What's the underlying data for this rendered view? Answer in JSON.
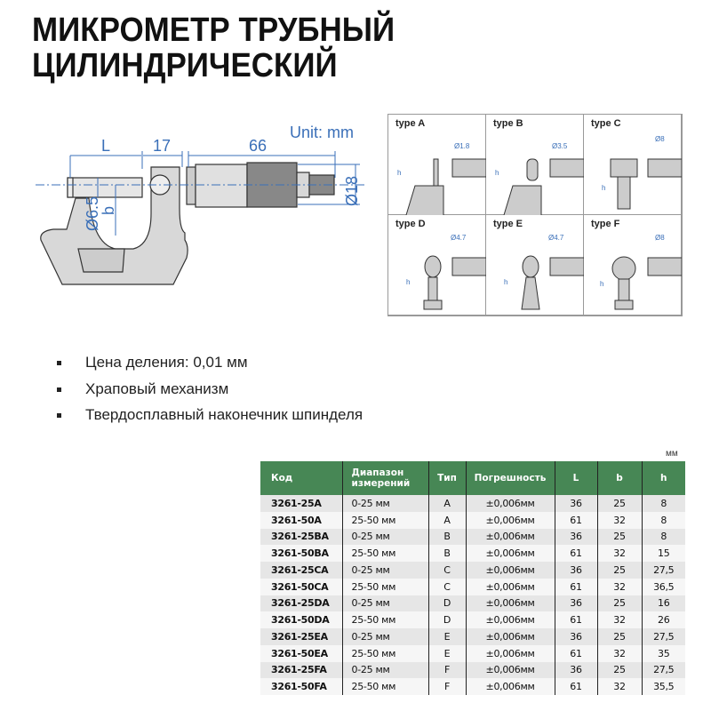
{
  "title": {
    "line1": "МИКРОМЕТР ТРУБНЫЙ",
    "line2": "ЦИЛИНДРИЧЕСКИЙ"
  },
  "drawing": {
    "unit": "Unit: mm",
    "dim_L": "L",
    "dim_17": "17",
    "dim_66": "66",
    "dim_d18": "Ø18",
    "dim_d65": "Ø6.5",
    "dim_b": "b"
  },
  "tips": [
    {
      "label": "type A",
      "dia": "Ø1.8",
      "h": "h"
    },
    {
      "label": "type B",
      "dia": "Ø3.5",
      "h": "h"
    },
    {
      "label": "type C",
      "dia": "Ø8",
      "h": "h"
    },
    {
      "label": "type D",
      "dia": "Ø4.7",
      "h": "h"
    },
    {
      "label": "type E",
      "dia": "Ø4.7",
      "h": "h"
    },
    {
      "label": "type F",
      "dia": "Ø8",
      "h": "h"
    }
  ],
  "features": [
    "Цена деления: 0,01 мм",
    "Храповый механизм",
    "Твердосплавный наконечник шпинделя"
  ],
  "table": {
    "unit": "мм",
    "headers": [
      "Код",
      "Диапазон измерений",
      "Тип",
      "Погрешность",
      "L",
      "b",
      "h"
    ],
    "rows": [
      [
        "3261-25A",
        "0-25 мм",
        "A",
        "±0,006мм",
        "36",
        "25",
        "8"
      ],
      [
        "3261-50A",
        "25-50 мм",
        "A",
        "±0,006мм",
        "61",
        "32",
        "8"
      ],
      [
        "3261-25BA",
        "0-25 мм",
        "B",
        "±0,006мм",
        "36",
        "25",
        "8"
      ],
      [
        "3261-50BA",
        "25-50 мм",
        "B",
        "±0,006мм",
        "61",
        "32",
        "15"
      ],
      [
        "3261-25CA",
        "0-25 мм",
        "C",
        "±0,006мм",
        "36",
        "25",
        "27,5"
      ],
      [
        "3261-50CA",
        "25-50 мм",
        "C",
        "±0,006мм",
        "61",
        "32",
        "36,5"
      ],
      [
        "3261-25DA",
        "0-25 мм",
        "D",
        "±0,006мм",
        "36",
        "25",
        "16"
      ],
      [
        "3261-50DA",
        "25-50 мм",
        "D",
        "±0,006мм",
        "61",
        "32",
        "26"
      ],
      [
        "3261-25EA",
        "0-25 мм",
        "E",
        "±0,006мм",
        "36",
        "25",
        "27,5"
      ],
      [
        "3261-50EA",
        "25-50 мм",
        "E",
        "±0,006мм",
        "61",
        "32",
        "35"
      ],
      [
        "3261-25FA",
        "0-25 мм",
        "F",
        "±0,006мм",
        "36",
        "25",
        "27,5"
      ],
      [
        "3261-50FA",
        "25-50 мм",
        "F",
        "±0,006мм",
        "61",
        "32",
        "35,5"
      ]
    ]
  }
}
